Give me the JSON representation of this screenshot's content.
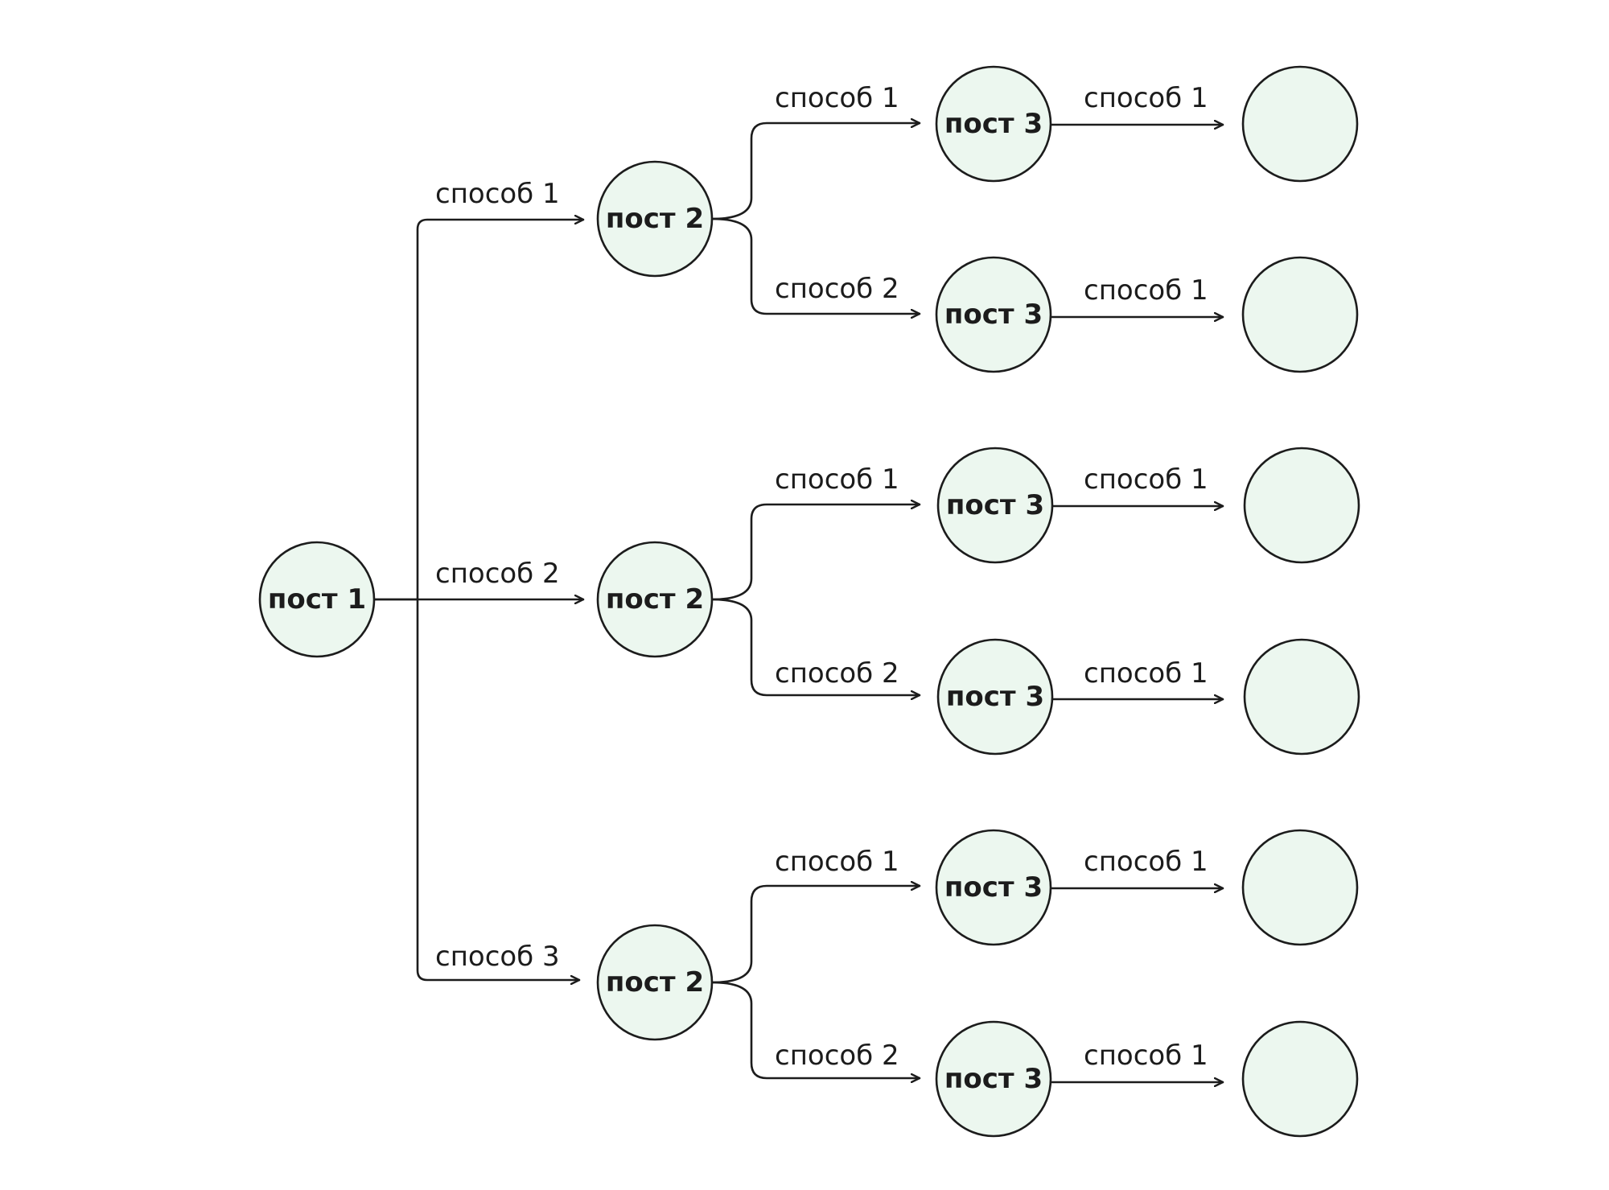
{
  "colors": {
    "node_fill": "#ecf7ef",
    "stroke": "#1c1c1c",
    "text": "#1c1c1c",
    "background": "#ffffff"
  },
  "nodes": {
    "root": "пост 1",
    "level2": [
      "пост 2",
      "пост 2",
      "пост 2"
    ],
    "level3": [
      "пост 3",
      "пост 3",
      "пост 3",
      "пост 3",
      "пост 3",
      "пост 3"
    ],
    "level4": [
      "",
      "",
      "",
      "",
      "",
      ""
    ]
  },
  "edges": {
    "root_to_level2": [
      "способ 1",
      "способ 2",
      "способ 3"
    ],
    "level2_to_level3": [
      "способ 1",
      "способ 2",
      "способ 1",
      "способ 2",
      "способ 1",
      "способ 2"
    ],
    "level3_to_level4": [
      "способ 1",
      "способ 1",
      "способ 1",
      "способ 1",
      "способ 1",
      "способ 1"
    ]
  }
}
